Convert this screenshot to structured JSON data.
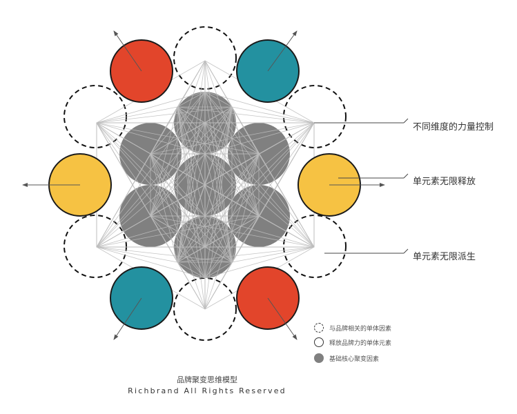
{
  "callouts": {
    "top": "不同维度的力量控制",
    "middle": "单元素无限释放",
    "bottom": "单元素无限派生"
  },
  "legend": [
    {
      "label": "与品牌相关的单体因素",
      "style": "dashed"
    },
    {
      "label": "释放品牌力的单体元素",
      "style": "outline"
    },
    {
      "label": "基础核心聚变因素",
      "style": "filled"
    }
  ],
  "caption": {
    "chinese": "品牌聚变思维模型",
    "english": "Richbrand All Rights Reserved"
  },
  "colors": {
    "core_gray": "#808080",
    "red": "#e2452b",
    "teal": "#2391a0",
    "yellow": "#f6c243",
    "line": "#bdbdbd",
    "dark": "#1a1a1a"
  }
}
